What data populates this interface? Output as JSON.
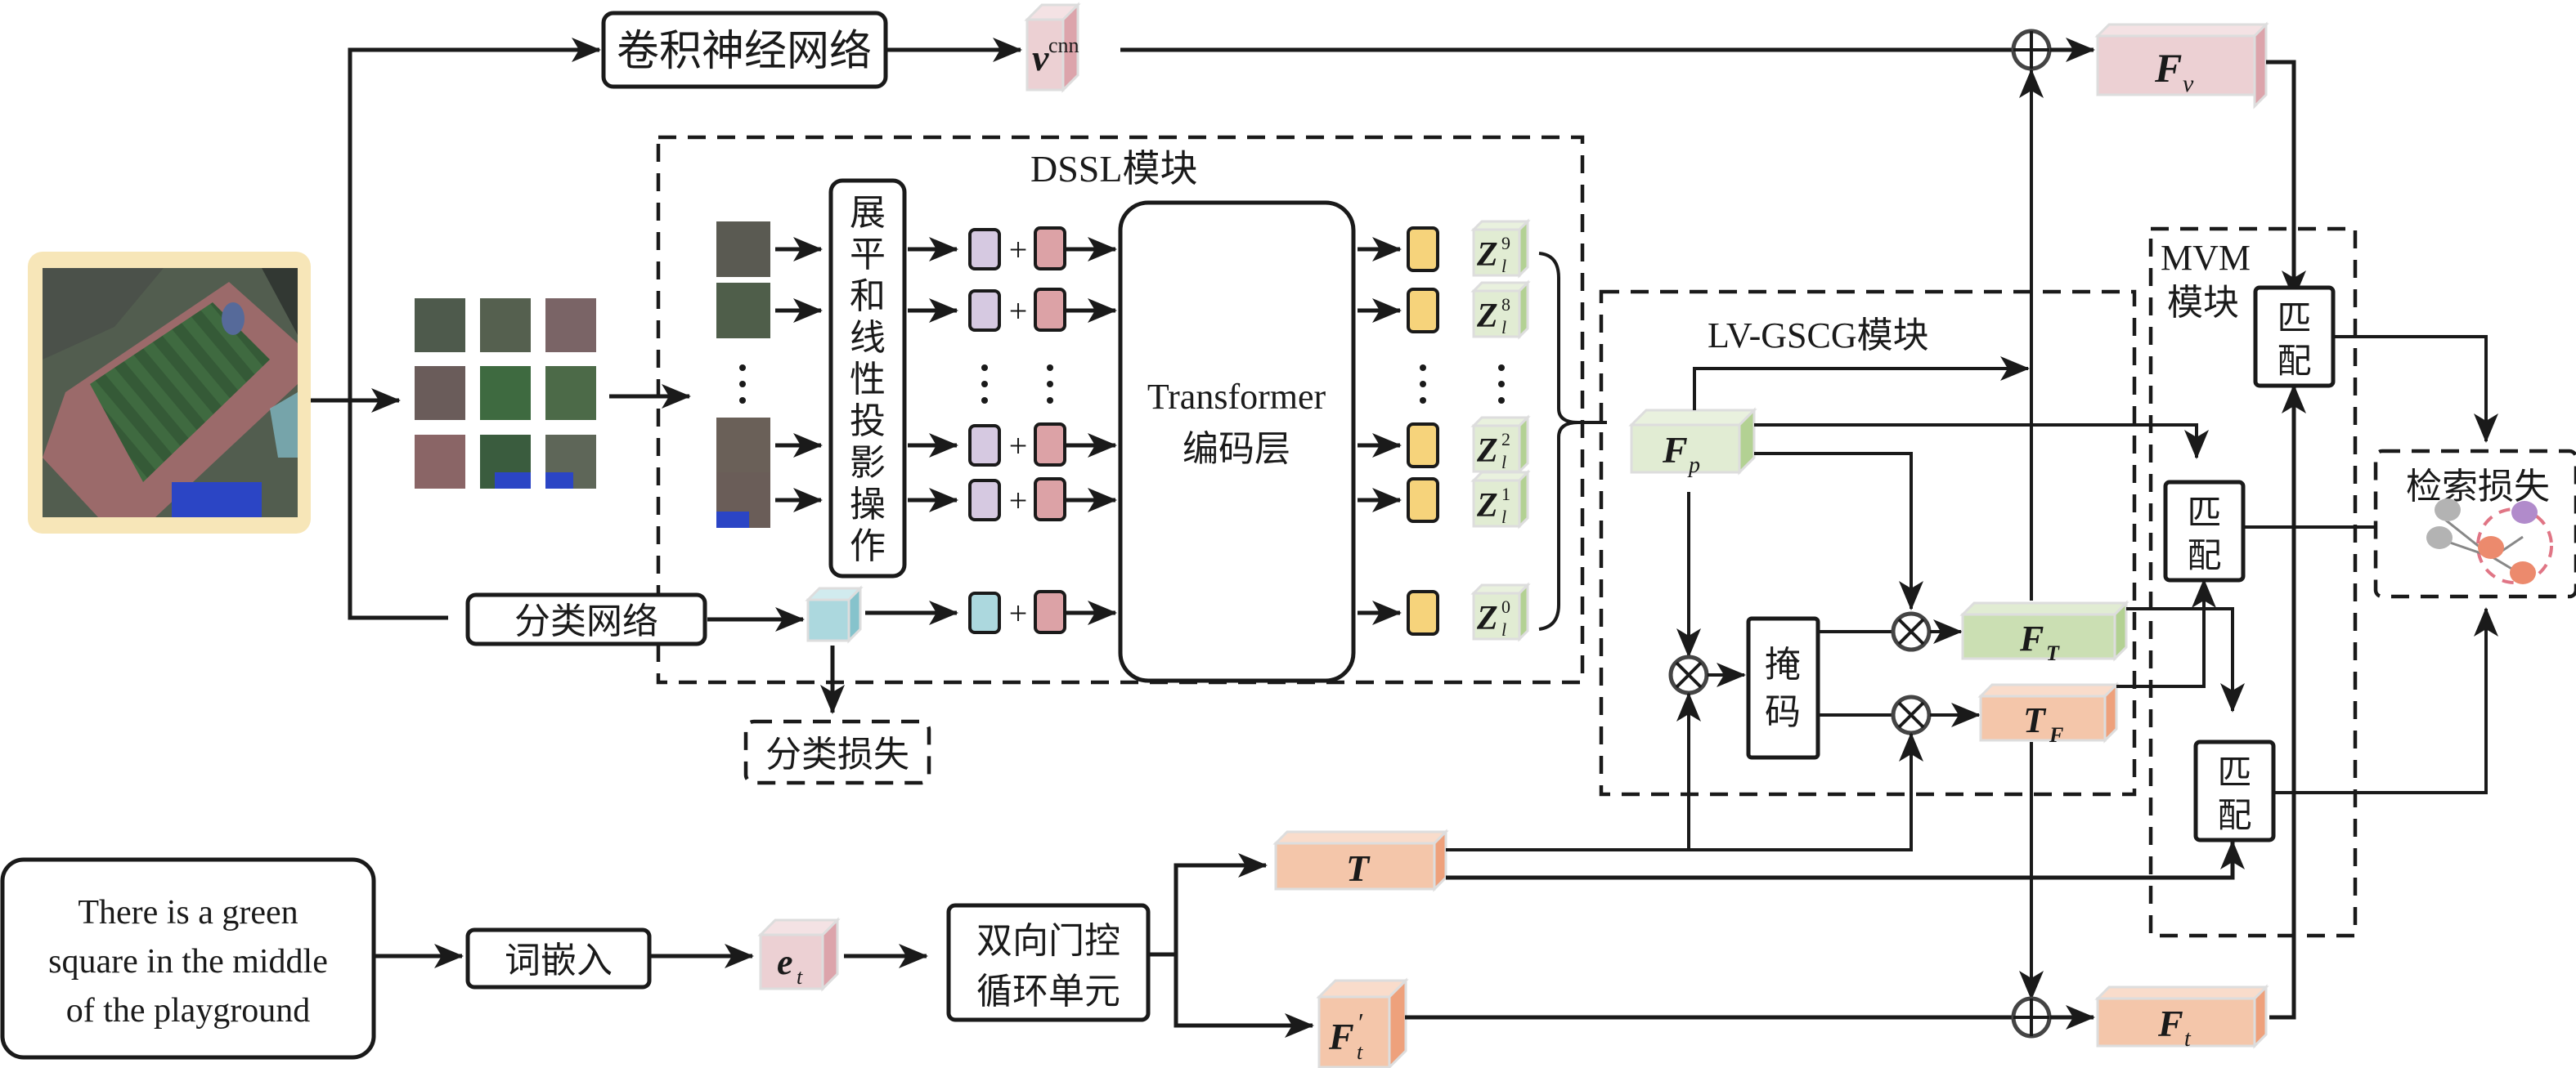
{
  "diagram": {
    "input_image": {
      "label": "",
      "description": "remote sensing image of playground"
    },
    "cnn_box": {
      "label": "卷积神经网络"
    },
    "v_cnn": {
      "symbol": "v",
      "superscript": "cnn"
    },
    "F_v": {
      "symbol": "F",
      "subscript": "v"
    },
    "classification_net": {
      "label": "分类网络"
    },
    "classification_loss": {
      "label": "分类损失"
    },
    "dssl": {
      "title": "DSSL模块",
      "flatten_box": {
        "chars": [
          "展",
          "平",
          "和",
          "线",
          "性",
          "投",
          "影",
          "操",
          "作"
        ]
      },
      "transformer": {
        "line1": "Transformer",
        "line2": "编码层"
      },
      "plus": "+",
      "ellipsis": "⋮",
      "outputs": [
        {
          "symbol": "Z",
          "subscript": "l",
          "superscript": "9"
        },
        {
          "symbol": "Z",
          "subscript": "l",
          "superscript": "8"
        },
        {
          "symbol": "Z",
          "subscript": "l",
          "superscript": "2"
        },
        {
          "symbol": "Z",
          "subscript": "l",
          "superscript": "1"
        },
        {
          "symbol": "Z",
          "subscript": "l",
          "superscript": "0"
        }
      ]
    },
    "lvgscg": {
      "title": "LV-GSCG模块",
      "F_p": {
        "symbol": "F",
        "subscript": "p"
      },
      "mask": {
        "chars": [
          "掩",
          "码"
        ]
      },
      "F_T": {
        "symbol": "F",
        "subscript": "T"
      },
      "T_F": {
        "symbol": "T",
        "subscript": "F"
      }
    },
    "mvm": {
      "title_line1": "MVM",
      "title_line2": "模块",
      "match_boxes": [
        {
          "chars": [
            "匹",
            "配"
          ]
        },
        {
          "chars": [
            "匹",
            "配"
          ]
        },
        {
          "chars": [
            "匹",
            "配"
          ]
        }
      ]
    },
    "retrieval_loss": {
      "label": "检索损失"
    },
    "text_input": {
      "lines": [
        "There is a green",
        "square in the middle",
        "of the playground"
      ]
    },
    "word_embedding": {
      "label": "词嵌入"
    },
    "e_t": {
      "symbol": "e",
      "subscript": "t"
    },
    "bigru": {
      "line1": "双向门控",
      "line2": "循环单元"
    },
    "T": {
      "symbol": "T"
    },
    "F_t_prime": {
      "symbol": "F",
      "prime": "′",
      "subscript": "t"
    },
    "F_t": {
      "symbol": "F",
      "subscript": "t"
    },
    "operators": {
      "add": "⊕",
      "mul": "⊗"
    }
  },
  "colors": {
    "pink_face": "#ecd0d3",
    "pink_side": "#dca4ab",
    "pink_top": "#f4e2e4",
    "green_face": "#cbdfb3",
    "green_light": "#e1ecd3",
    "green_side": "#b3d193",
    "orange_face": "#f4c6aa",
    "orange_top": "#f9dccb",
    "orange_side": "#eea17c",
    "cyan_face": "#acd8de",
    "cyan_side": "#86c3cc",
    "token_purple": "#d6c9e1",
    "token_red": "#dca2a6",
    "token_yellow": "#f6d37b",
    "frame_yellow": "#f7e6b8",
    "node_gray": "#b3b3b3",
    "node_orange": "#ec8a6d",
    "node_purple": "#b18bcb",
    "ring_red": "#e07585"
  }
}
